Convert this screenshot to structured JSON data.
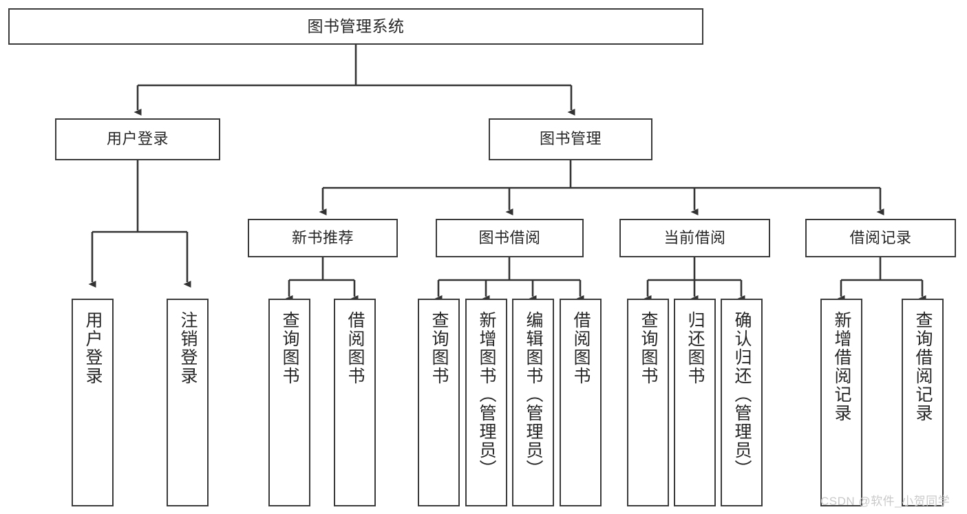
{
  "diagram": {
    "type": "tree",
    "title": "图书管理系统",
    "orientation": "top-down",
    "colors": {
      "box_border": "#3a3a3a",
      "box_fill": "#ffffff",
      "connector": "#333333",
      "text": "#262626",
      "background": "#ffffff",
      "watermark": "#c9c9c9"
    },
    "root": {
      "label": "图书管理系统"
    },
    "level1": [
      {
        "id": "user-login",
        "label": "用户登录"
      },
      {
        "id": "book-manage",
        "label": "图书管理"
      }
    ],
    "level2": [
      {
        "id": "new-book-recommend",
        "label": "新书推荐",
        "parent": "book-manage"
      },
      {
        "id": "book-borrow",
        "label": "图书借阅",
        "parent": "book-manage"
      },
      {
        "id": "current-borrow",
        "label": "当前借阅",
        "parent": "book-manage"
      },
      {
        "id": "borrow-record",
        "label": "借阅记录",
        "parent": "book-manage"
      }
    ],
    "leaves": [
      {
        "id": "leaf-user-login",
        "label": "用户登录",
        "parent": "user-login"
      },
      {
        "id": "leaf-user-logout",
        "label": "注销登录",
        "parent": "user-login"
      },
      {
        "id": "leaf-query-book-1",
        "label": "查询图书",
        "parent": "new-book-recommend"
      },
      {
        "id": "leaf-borrow-book-1",
        "label": "借阅图书",
        "parent": "new-book-recommend"
      },
      {
        "id": "leaf-query-book-2",
        "label": "查询图书",
        "parent": "book-borrow"
      },
      {
        "id": "leaf-add-book",
        "label": "新增图书（管理员）",
        "parent": "book-borrow"
      },
      {
        "id": "leaf-edit-book",
        "label": "编辑图书（管理员）",
        "parent": "book-borrow"
      },
      {
        "id": "leaf-borrow-book-2",
        "label": "借阅图书",
        "parent": "book-borrow"
      },
      {
        "id": "leaf-query-book-3",
        "label": "查询图书",
        "parent": "current-borrow"
      },
      {
        "id": "leaf-return-book",
        "label": "归还图书",
        "parent": "current-borrow"
      },
      {
        "id": "leaf-confirm-return",
        "label": "确认归还（管理员）",
        "parent": "current-borrow"
      },
      {
        "id": "leaf-add-record",
        "label": "新增借阅记录",
        "parent": "borrow-record"
      },
      {
        "id": "leaf-query-record",
        "label": "查询借阅记录",
        "parent": "borrow-record"
      }
    ]
  },
  "watermark": {
    "text": "CSDN @软件_小贺同学"
  }
}
